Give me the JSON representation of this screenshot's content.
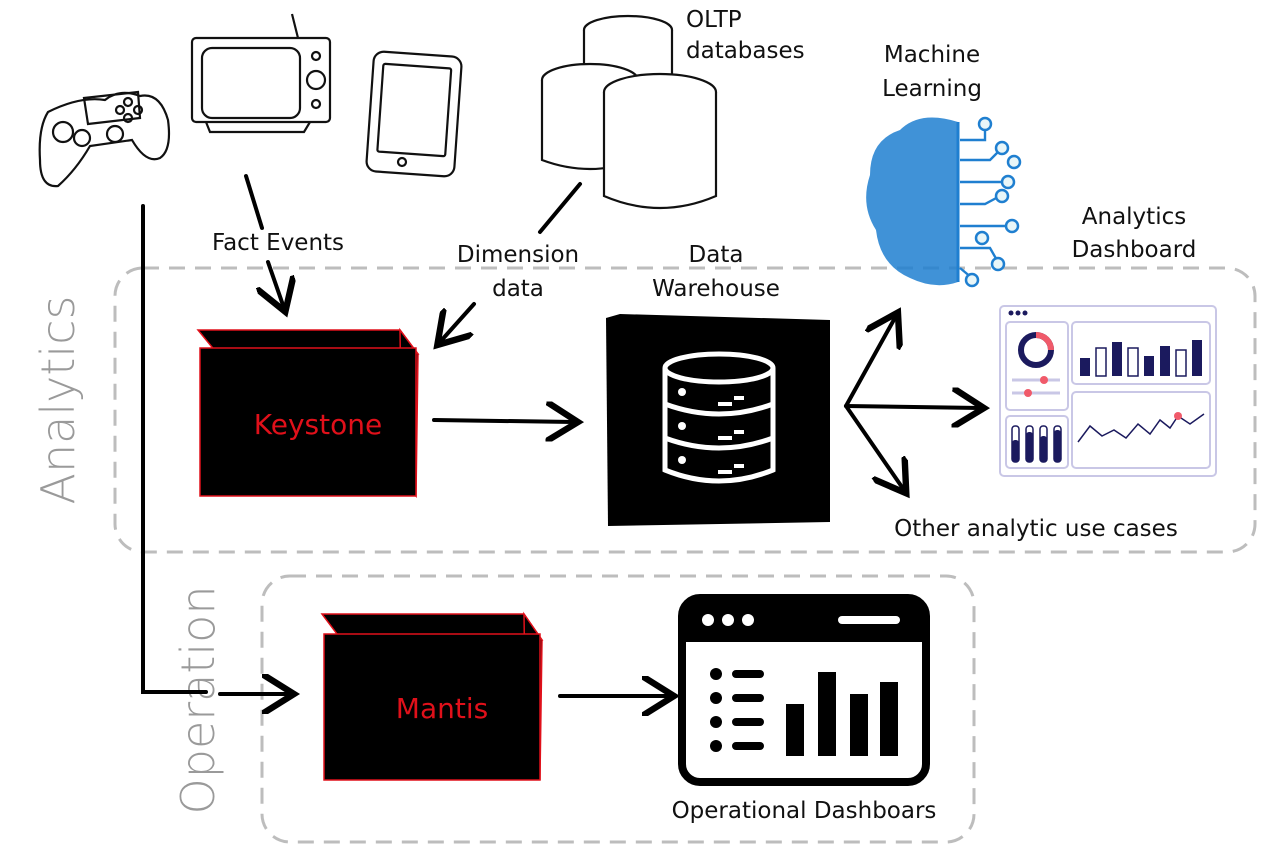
{
  "sections": {
    "analytics": "Analytics",
    "operation": "Operation"
  },
  "sources": {
    "oltp_line1": "OLTP",
    "oltp_line2": "databases",
    "fact_events": "Fact Events",
    "dimension_line1": "Dimension",
    "dimension_line2": "data"
  },
  "nodes": {
    "keystone": "Keystone",
    "mantis": "Mantis",
    "warehouse_line1": "Data",
    "warehouse_line2": "Warehouse"
  },
  "outputs": {
    "ml_line1": "Machine",
    "ml_line2": "Learning",
    "analytics_dash_line1": "Analytics",
    "analytics_dash_line2": "Dashboard",
    "other_use_cases": "Other analytic use cases",
    "operational_dashboards": "Operational Dashboars"
  },
  "colors": {
    "accent_red": "#e0101a",
    "brain_blue": "#1f7fd0",
    "dashboard_navy": "#1b1a5e",
    "section_gray": "#9a9a9a"
  },
  "icons": [
    "game-controller-icon",
    "tv-icon",
    "tablet-icon",
    "database-cylinders-icon",
    "brain-icon",
    "analytics-dashboard-icon",
    "operational-dashboard-icon",
    "server-database-icon"
  ]
}
